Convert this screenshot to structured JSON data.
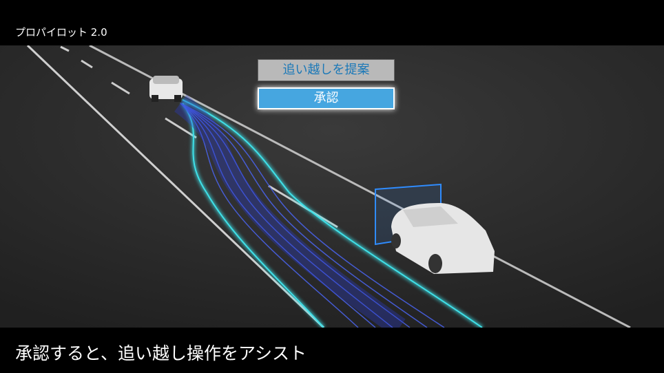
{
  "header": {
    "title": "プロパイロット 2.0"
  },
  "dialog": {
    "propose_label": "追い越しを提案",
    "approve_label": "承認"
  },
  "caption": {
    "text": "承認すると、追い越し操作をアシスト"
  },
  "colors": {
    "trail_cyan": "#3fe0e8",
    "trail_blue": "#3a4fd8",
    "approve_bg": "#46a6e0",
    "propose_text": "#1a78b8",
    "detection_box": "#2f8cff"
  }
}
